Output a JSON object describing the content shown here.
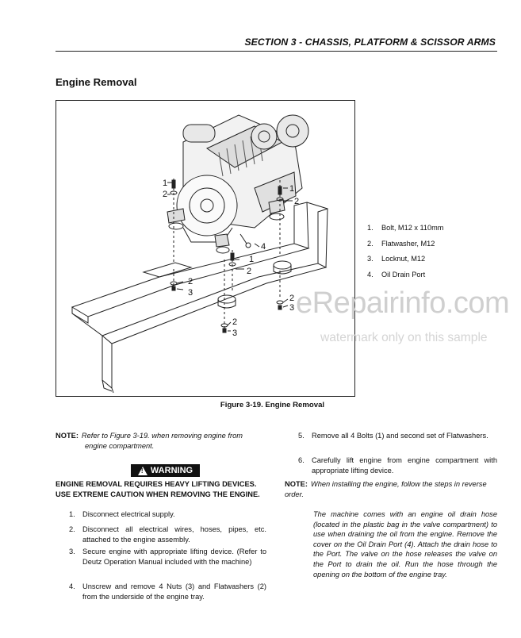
{
  "header": {
    "title": "SECTION 3 - CHASSIS, PLATFORM & SCISSOR ARMS"
  },
  "section": {
    "heading": "Engine Removal"
  },
  "figure": {
    "caption": "Figure 3-19.  Engine Removal",
    "callouts": [
      "1",
      "2",
      "1",
      "2",
      "4",
      "1",
      "2",
      "2",
      "3",
      "2",
      "3",
      "2",
      "3"
    ]
  },
  "parts_list": [
    {
      "num": "1.",
      "label": "Bolt, M12 x 110mm"
    },
    {
      "num": "2.",
      "label": "Flatwasher, M12"
    },
    {
      "num": "3.",
      "label": "Locknut, M12"
    },
    {
      "num": "4.",
      "label": "Oil Drain Port"
    }
  ],
  "watermark": {
    "logo": "eRepairinfo.com",
    "note": "watermark only on this sample"
  },
  "note1": {
    "label": "NOTE:",
    "line1": "Refer to Figure 3-19. when removing engine from",
    "line2": "engine compartment."
  },
  "warning": {
    "badge": "WARNING",
    "text": "ENGINE REMOVAL REQUIRES HEAVY LIFTING DEVICES. USE EXTREME CAUTION WHEN REMOVING THE ENGINE."
  },
  "steps_left": [
    {
      "num": "1.",
      "text": "Disconnect electrical supply."
    },
    {
      "num": "2.",
      "text": "Disconnect all electrical wires, hoses, pipes, etc. attached to the engine assembly."
    },
    {
      "num": "3.",
      "text": "Secure engine with appropriate lifting device. (Refer to Deutz Operation Manual included with the machine)"
    },
    {
      "num": "4.",
      "text": "Unscrew and remove 4 Nuts (3) and Flatwashers (2) from the underside of the engine tray."
    }
  ],
  "steps_right": [
    {
      "num": "5.",
      "text": "Remove all 4 Bolts (1) and second set of Flatwashers."
    },
    {
      "num": "6.",
      "text": "Carefully lift engine from engine compartment with appropriate lifting device."
    }
  ],
  "note2": {
    "label": "NOTE:",
    "text": "When installing the engine, follow the steps in reverse order.",
    "paragraph": "The machine comes with an engine oil drain hose (located in the plastic bag in the valve compartment) to use when draining the oil from the engine. Remove the cover on the Oil Drain Port (4). Attach the drain hose to the Port. The valve on the hose releases the valve on the Port to drain the oil. Run the hose through the opening on the bottom of the engine tray."
  }
}
